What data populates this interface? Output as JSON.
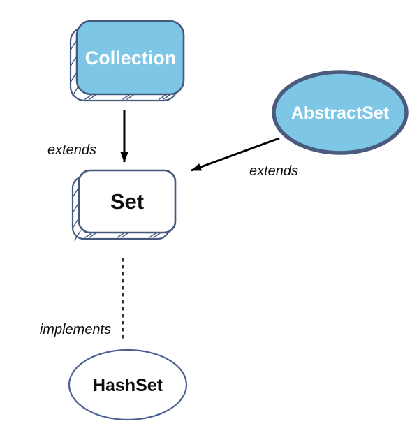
{
  "diagram": {
    "background": "#ffffff",
    "colors": {
      "node_fill_blue": "#7DC6E6",
      "rect_border_navy": "#45597E",
      "abstractset_border": "#4A5B7D",
      "hashset_border": "#4A6090",
      "edge_black": "#000000"
    },
    "nodes": [
      {
        "id": "collection",
        "label": "Collection",
        "shape": "rounded-rectangle-3d",
        "fill": "#7DC6E6",
        "text_color": "#FFFFFF"
      },
      {
        "id": "abstract-set",
        "label": "AbstractSet",
        "shape": "ellipse",
        "fill": "#7DC6E6",
        "text_color": "#FFFFFF"
      },
      {
        "id": "set",
        "label": "Set",
        "shape": "rounded-rectangle-3d",
        "fill": "#FFFFFF",
        "text_color": "#0D0D0D"
      },
      {
        "id": "hash-set",
        "label": "HashSet",
        "shape": "ellipse",
        "fill": "#FFFFFF",
        "text_color": "#0D0D0D"
      }
    ],
    "edges": [
      {
        "id": "collection-to-set",
        "from": "Collection",
        "to": "Set",
        "label": "extends",
        "style": "solid-arrow"
      },
      {
        "id": "abstractset-to-set",
        "from": "AbstractSet",
        "to": "Set",
        "label": "extends",
        "style": "solid-arrow"
      },
      {
        "id": "set-to-hashset",
        "from": "Set",
        "to": "HashSet",
        "label": "implements",
        "style": "dashed-line"
      }
    ]
  }
}
